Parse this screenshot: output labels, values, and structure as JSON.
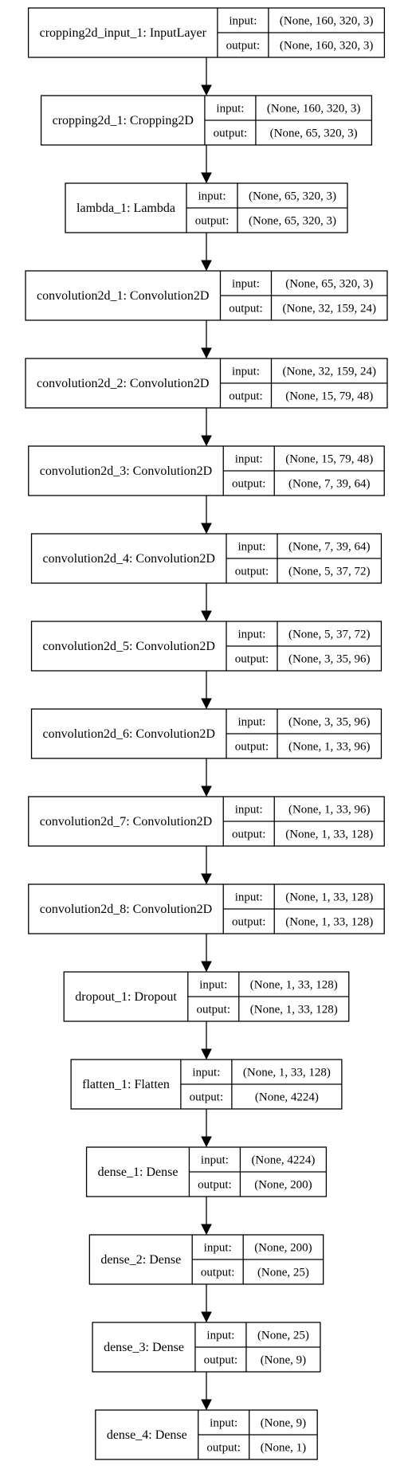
{
  "layers": [
    {
      "name": "cropping2d_input_1: InputLayer",
      "input_label": "input:",
      "output_label": "output:",
      "input_shape": "(None, 160, 320, 3)",
      "output_shape": "(None, 160, 320, 3)"
    },
    {
      "name": "cropping2d_1: Cropping2D",
      "input_label": "input:",
      "output_label": "output:",
      "input_shape": "(None, 160, 320, 3)",
      "output_shape": "(None, 65, 320, 3)"
    },
    {
      "name": "lambda_1: Lambda",
      "input_label": "input:",
      "output_label": "output:",
      "input_shape": "(None, 65, 320, 3)",
      "output_shape": "(None, 65, 320, 3)"
    },
    {
      "name": "convolution2d_1: Convolution2D",
      "input_label": "input:",
      "output_label": "output:",
      "input_shape": "(None, 65, 320, 3)",
      "output_shape": "(None, 32, 159, 24)"
    },
    {
      "name": "convolution2d_2: Convolution2D",
      "input_label": "input:",
      "output_label": "output:",
      "input_shape": "(None, 32, 159, 24)",
      "output_shape": "(None, 15, 79, 48)"
    },
    {
      "name": "convolution2d_3: Convolution2D",
      "input_label": "input:",
      "output_label": "output:",
      "input_shape": "(None, 15, 79, 48)",
      "output_shape": "(None, 7, 39, 64)"
    },
    {
      "name": "convolution2d_4: Convolution2D",
      "input_label": "input:",
      "output_label": "output:",
      "input_shape": "(None, 7, 39, 64)",
      "output_shape": "(None, 5, 37, 72)"
    },
    {
      "name": "convolution2d_5: Convolution2D",
      "input_label": "input:",
      "output_label": "output:",
      "input_shape": "(None, 5, 37, 72)",
      "output_shape": "(None, 3, 35, 96)"
    },
    {
      "name": "convolution2d_6: Convolution2D",
      "input_label": "input:",
      "output_label": "output:",
      "input_shape": "(None, 3, 35, 96)",
      "output_shape": "(None, 1, 33, 96)"
    },
    {
      "name": "convolution2d_7: Convolution2D",
      "input_label": "input:",
      "output_label": "output:",
      "input_shape": "(None, 1, 33, 96)",
      "output_shape": "(None, 1, 33, 128)"
    },
    {
      "name": "convolution2d_8: Convolution2D",
      "input_label": "input:",
      "output_label": "output:",
      "input_shape": "(None, 1, 33, 128)",
      "output_shape": "(None, 1, 33, 128)"
    },
    {
      "name": "dropout_1: Dropout",
      "input_label": "input:",
      "output_label": "output:",
      "input_shape": "(None, 1, 33, 128)",
      "output_shape": "(None, 1, 33, 128)"
    },
    {
      "name": "flatten_1: Flatten",
      "input_label": "input:",
      "output_label": "output:",
      "input_shape": "(None, 1, 33, 128)",
      "output_shape": "(None, 4224)"
    },
    {
      "name": "dense_1: Dense",
      "input_label": "input:",
      "output_label": "output:",
      "input_shape": "(None, 4224)",
      "output_shape": "(None, 200)"
    },
    {
      "name": "dense_2: Dense",
      "input_label": "input:",
      "output_label": "output:",
      "input_shape": "(None, 200)",
      "output_shape": "(None, 25)"
    },
    {
      "name": "dense_3: Dense",
      "input_label": "input:",
      "output_label": "output:",
      "input_shape": "(None, 25)",
      "output_shape": "(None, 9)"
    },
    {
      "name": "dense_4: Dense",
      "input_label": "input:",
      "output_label": "output:",
      "input_shape": "(None, 9)",
      "output_shape": "(None, 1)"
    }
  ]
}
